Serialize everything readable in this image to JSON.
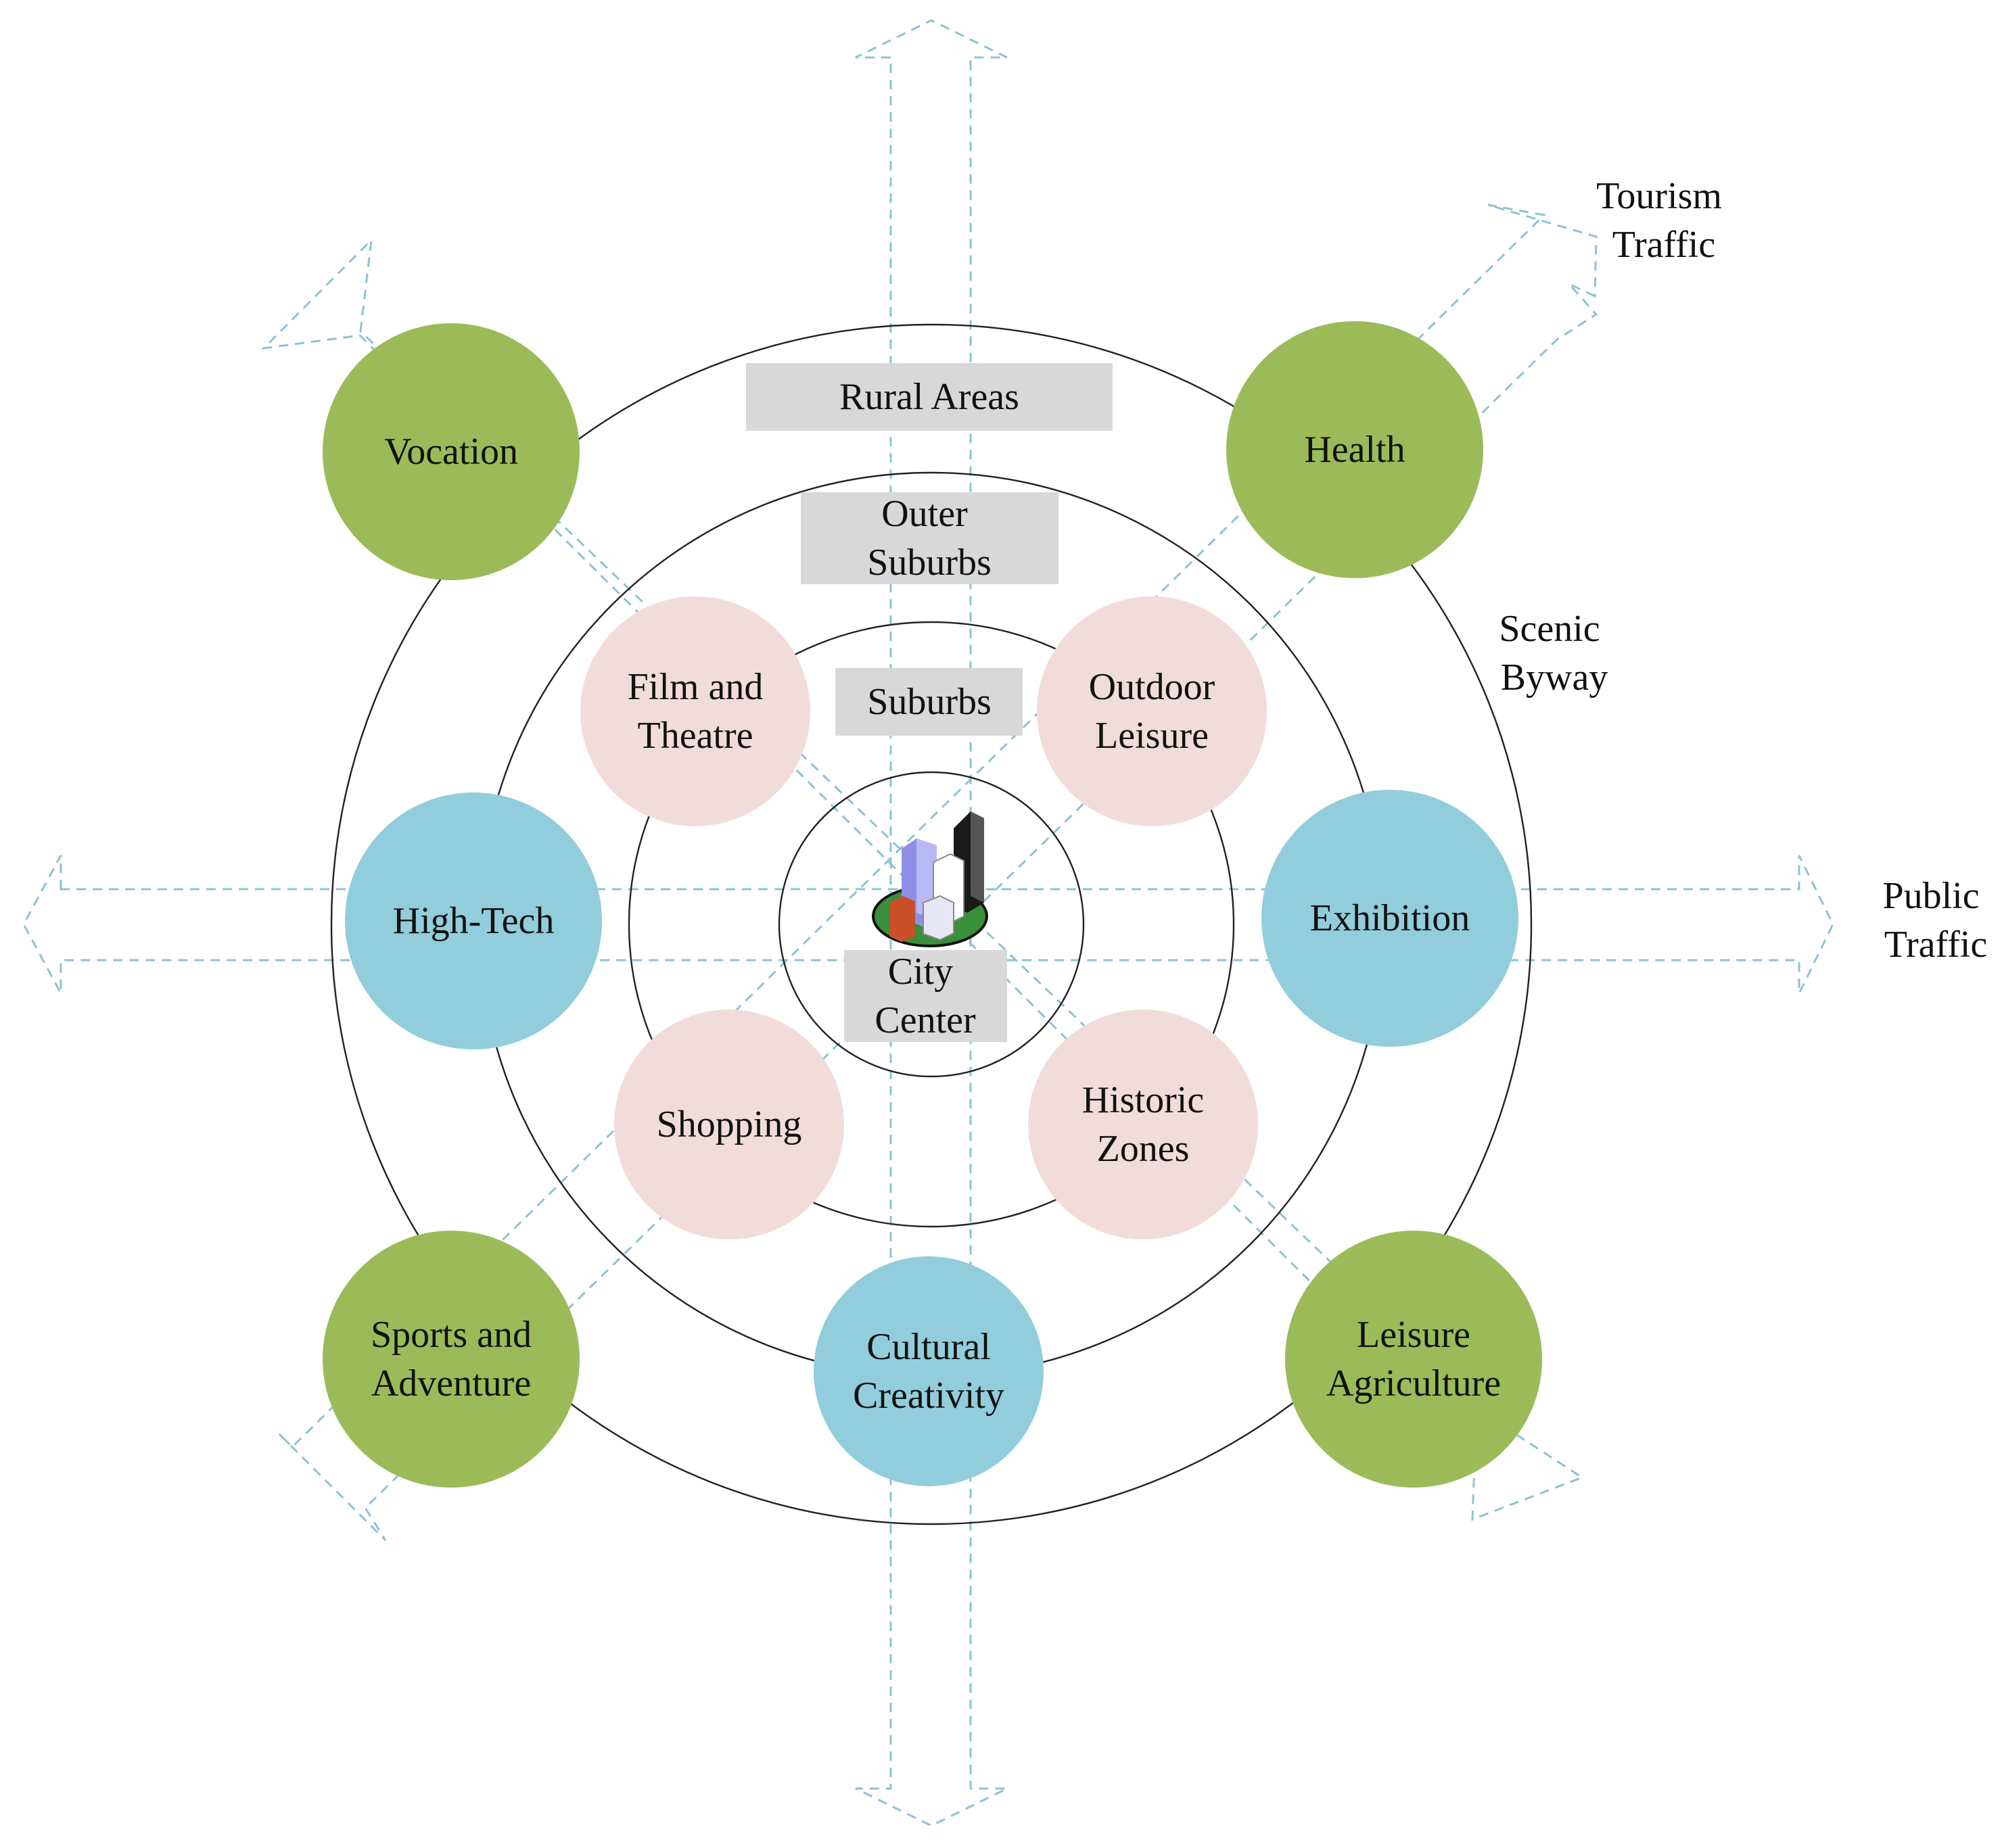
{
  "colors": {
    "green": "#9bbb59",
    "blue": "#92cddc",
    "pink": "#f2dcdb",
    "zone_box": "#d8d8d8",
    "arrow": "#8cc3d3"
  },
  "labels": {
    "tourism_traffic": [
      "Tourism",
      "Traffic"
    ],
    "public_traffic": [
      "Public",
      "Traffic"
    ],
    "scenic_byway": [
      "Scenic",
      "Byway"
    ]
  },
  "zones": {
    "rural_areas": [
      "Rural Areas"
    ],
    "outer_suburbs": [
      "Outer",
      "Suburbs"
    ],
    "suburbs": [
      "Suburbs"
    ],
    "city_center": [
      "City",
      "Center"
    ]
  },
  "center_icon": "city-buildings-icon",
  "nodes": [
    {
      "id": "vocation",
      "label": [
        "Vocation"
      ],
      "color": "#9bbb59"
    },
    {
      "id": "health",
      "label": [
        "Health"
      ],
      "color": "#9bbb59"
    },
    {
      "id": "sports-and-adventure",
      "label": [
        "Sports and",
        "Adventure"
      ],
      "color": "#9bbb59"
    },
    {
      "id": "leisure-agriculture",
      "label": [
        "Leisure",
        "Agriculture"
      ],
      "color": "#9bbb59"
    },
    {
      "id": "high-tech",
      "label": [
        "High-Tech"
      ],
      "color": "#92cddc"
    },
    {
      "id": "exhibition",
      "label": [
        "Exhibition"
      ],
      "color": "#92cddc"
    },
    {
      "id": "cultural-creativity",
      "label": [
        "Cultural",
        "Creativity"
      ],
      "color": "#92cddc"
    },
    {
      "id": "film-and-theatre",
      "label": [
        "Film and",
        "Theatre"
      ],
      "color": "#f2dcdb"
    },
    {
      "id": "outdoor-leisure",
      "label": [
        "Outdoor",
        "Leisure"
      ],
      "color": "#f2dcdb"
    },
    {
      "id": "shopping",
      "label": [
        "Shopping"
      ],
      "color": "#f2dcdb"
    },
    {
      "id": "historic-zones",
      "label": [
        "Historic",
        "Zones"
      ],
      "color": "#f2dcdb"
    }
  ]
}
